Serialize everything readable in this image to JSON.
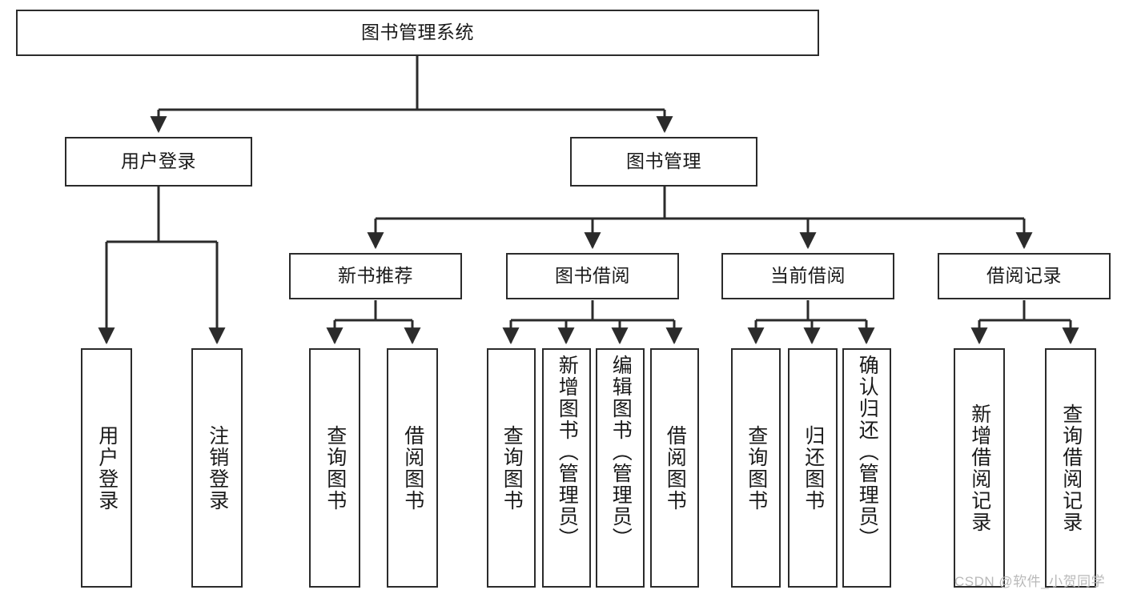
{
  "diagram": {
    "title": "图书管理系统",
    "type": "hierarchy-tree",
    "root": {
      "id": "root",
      "label": "图书管理系统",
      "orientation": "horizontal"
    },
    "level2": [
      {
        "id": "user-login",
        "label": "用户登录",
        "orientation": "horizontal"
      },
      {
        "id": "book-management",
        "label": "图书管理",
        "orientation": "horizontal"
      }
    ],
    "level3": [
      {
        "id": "new-book-recommend",
        "label": "新书推荐",
        "orientation": "horizontal",
        "parent": "book-management"
      },
      {
        "id": "book-borrow",
        "label": "图书借阅",
        "orientation": "horizontal",
        "parent": "book-management"
      },
      {
        "id": "current-borrow",
        "label": "当前借阅",
        "orientation": "horizontal",
        "parent": "book-management"
      },
      {
        "id": "borrow-record",
        "label": "借阅记录",
        "orientation": "horizontal",
        "parent": "book-management"
      }
    ],
    "leaves": [
      {
        "id": "leaf-user-login",
        "label": "用户登录",
        "parent": "user-login",
        "orientation": "vertical"
      },
      {
        "id": "leaf-user-logout",
        "label": "注销登录",
        "parent": "user-login",
        "orientation": "vertical"
      },
      {
        "id": "leaf-query-book-1",
        "label": "查询图书",
        "parent": "new-book-recommend",
        "orientation": "vertical"
      },
      {
        "id": "leaf-borrow-book-1",
        "label": "借阅图书",
        "parent": "new-book-recommend",
        "orientation": "vertical"
      },
      {
        "id": "leaf-query-book-2",
        "label": "查询图书",
        "parent": "book-borrow",
        "orientation": "vertical"
      },
      {
        "id": "leaf-add-book",
        "label": "新增图书（管理员）",
        "parent": "book-borrow",
        "orientation": "vertical"
      },
      {
        "id": "leaf-edit-book",
        "label": "编辑图书（管理员）",
        "parent": "book-borrow",
        "orientation": "vertical"
      },
      {
        "id": "leaf-borrow-book-2",
        "label": "借阅图书",
        "parent": "book-borrow",
        "orientation": "vertical"
      },
      {
        "id": "leaf-query-book-3",
        "label": "查询图书",
        "parent": "current-borrow",
        "orientation": "vertical"
      },
      {
        "id": "leaf-return-book",
        "label": "归还图书",
        "parent": "current-borrow",
        "orientation": "vertical"
      },
      {
        "id": "leaf-confirm-return",
        "label": "确认归还（管理员）",
        "parent": "current-borrow",
        "orientation": "vertical"
      },
      {
        "id": "leaf-add-record",
        "label": "新增借阅记录",
        "parent": "borrow-record",
        "orientation": "vertical"
      },
      {
        "id": "leaf-query-record",
        "label": "查询借阅记录",
        "parent": "borrow-record",
        "orientation": "vertical"
      }
    ],
    "colors": {
      "stroke": "#2b2b2b",
      "fill": "#ffffff",
      "text": "#1a1a1a",
      "watermark": "#b9b9b9"
    }
  },
  "watermark": {
    "text": "CSDN @软件_小贺同学"
  }
}
